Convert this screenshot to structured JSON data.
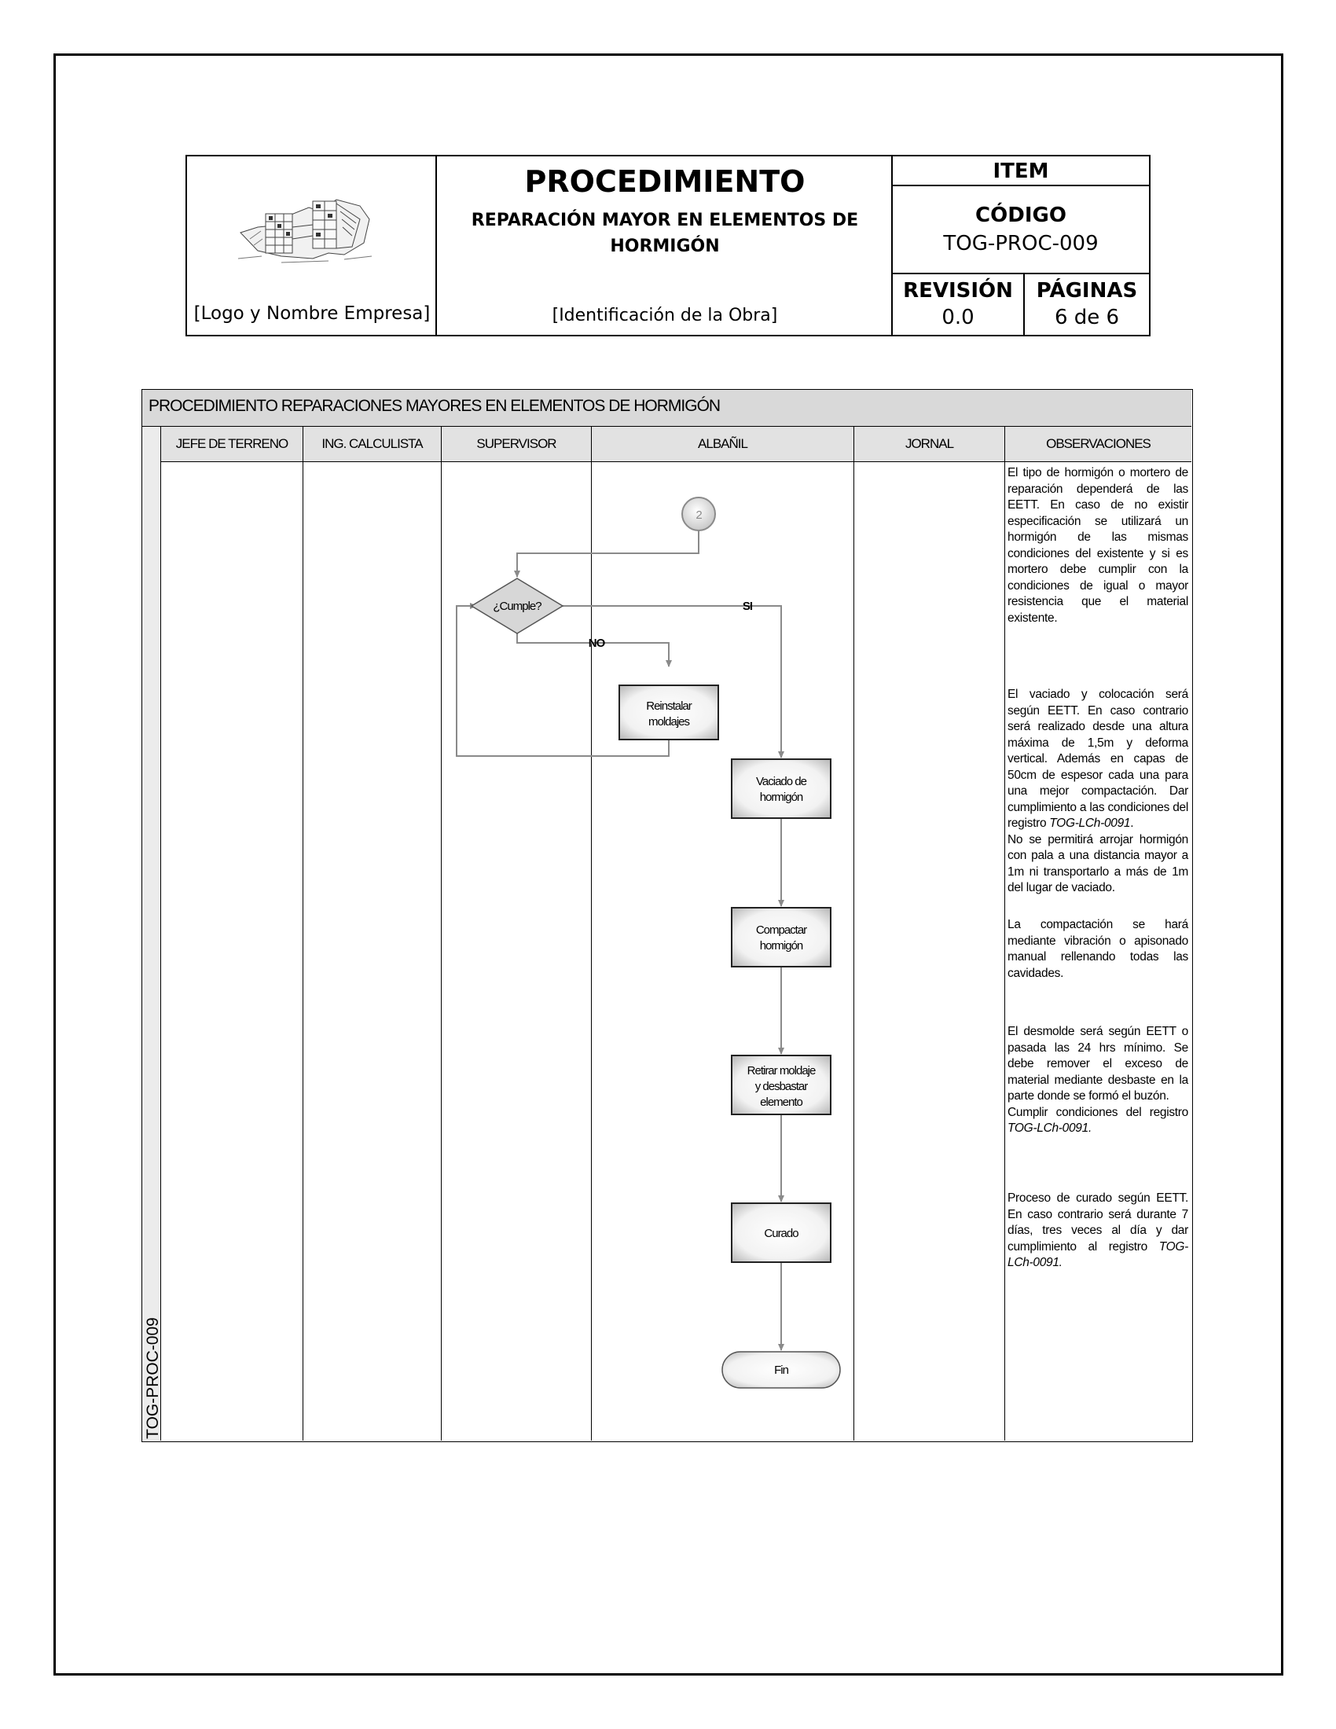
{
  "header": {
    "logo_label": "[Logo y Nombre Empresa]",
    "title": "PROCEDIMIENTO",
    "subtitle_line1": "REPARACIÓN MAYOR EN ELEMENTOS DE",
    "subtitle_line2": "HORMIGÓN",
    "obra_label": "[Identificación de la Obra]",
    "item_label": "ITEM",
    "codigo_label": "CÓDIGO",
    "codigo_value": "TOG-PROC-009",
    "revision_label": "REVISIÓN",
    "revision_value": "0.0",
    "paginas_label": "PÁGINAS",
    "paginas_value": "6 de 6"
  },
  "flow": {
    "title": "PROCEDIMIENTO REPARACIONES MAYORES EN ELEMENTOS DE HORMIGÓN",
    "side_code": "TOG-PROC-009",
    "lanes": [
      "JEFE DE TERRENO",
      "ING. CALCULISTA",
      "SUPERVISOR",
      "ALBAÑIL",
      "JORNAL",
      "OBSERVACIONES"
    ],
    "connector": "2",
    "decision": "¿Cumple?",
    "yes_label": "SI",
    "no_label": "NO",
    "steps": {
      "reinstalar_1": "Reinstalar",
      "reinstalar_2": "moldajes",
      "vaciado_1": "Vaciado de",
      "vaciado_2": "hormigón",
      "compactar_1": "Compactar",
      "compactar_2": "hormigón",
      "retirar_1": "Retirar moldaje",
      "retirar_2": "y desbastar",
      "retirar_3": "elemento",
      "curado": "Curado",
      "fin": "Fin"
    },
    "observations": {
      "obs1": "El tipo de hormigón o mortero de reparación dependerá de las EETT. En caso de no existir especificación se utilizará un hormigón de las mismas condiciones del existente y si es mortero debe cumplir con la condiciones de igual o mayor resistencia que el material existente.",
      "obs2a": "El vaciado y colocación será según EETT. En caso contrario será realizado desde una altura máxima de 1,5m y deforma vertical. Además en capas de 50cm de espesor cada una para una mejor compactación. Dar cumplimiento a las condiciones del registro ",
      "obs2a_ref": "TOG-LCh-0091",
      "obs2b": "No se permitirá arrojar hormigón con pala a una distancia mayor a 1m ni transportarlo a más de 1m del lugar de vaciado.",
      "obs3": "La compactación se hará mediante vibración o apisonado manual rellenando todas las cavidades.",
      "obs4a": "El desmolde será según EETT o pasada las 24 hrs mínimo. Se debe remover el exceso de material mediante desbaste en la parte donde se formó el buzón.",
      "obs4b": "Cumplir condiciones del registro ",
      "obs4b_ref": "TOG-LCh-0091.",
      "obs5": "Proceso de curado según EETT. En caso contrario será durante 7 días, tres veces al día y dar cumplimiento al registro ",
      "obs5_ref": "TOG-LCh-0091."
    }
  }
}
